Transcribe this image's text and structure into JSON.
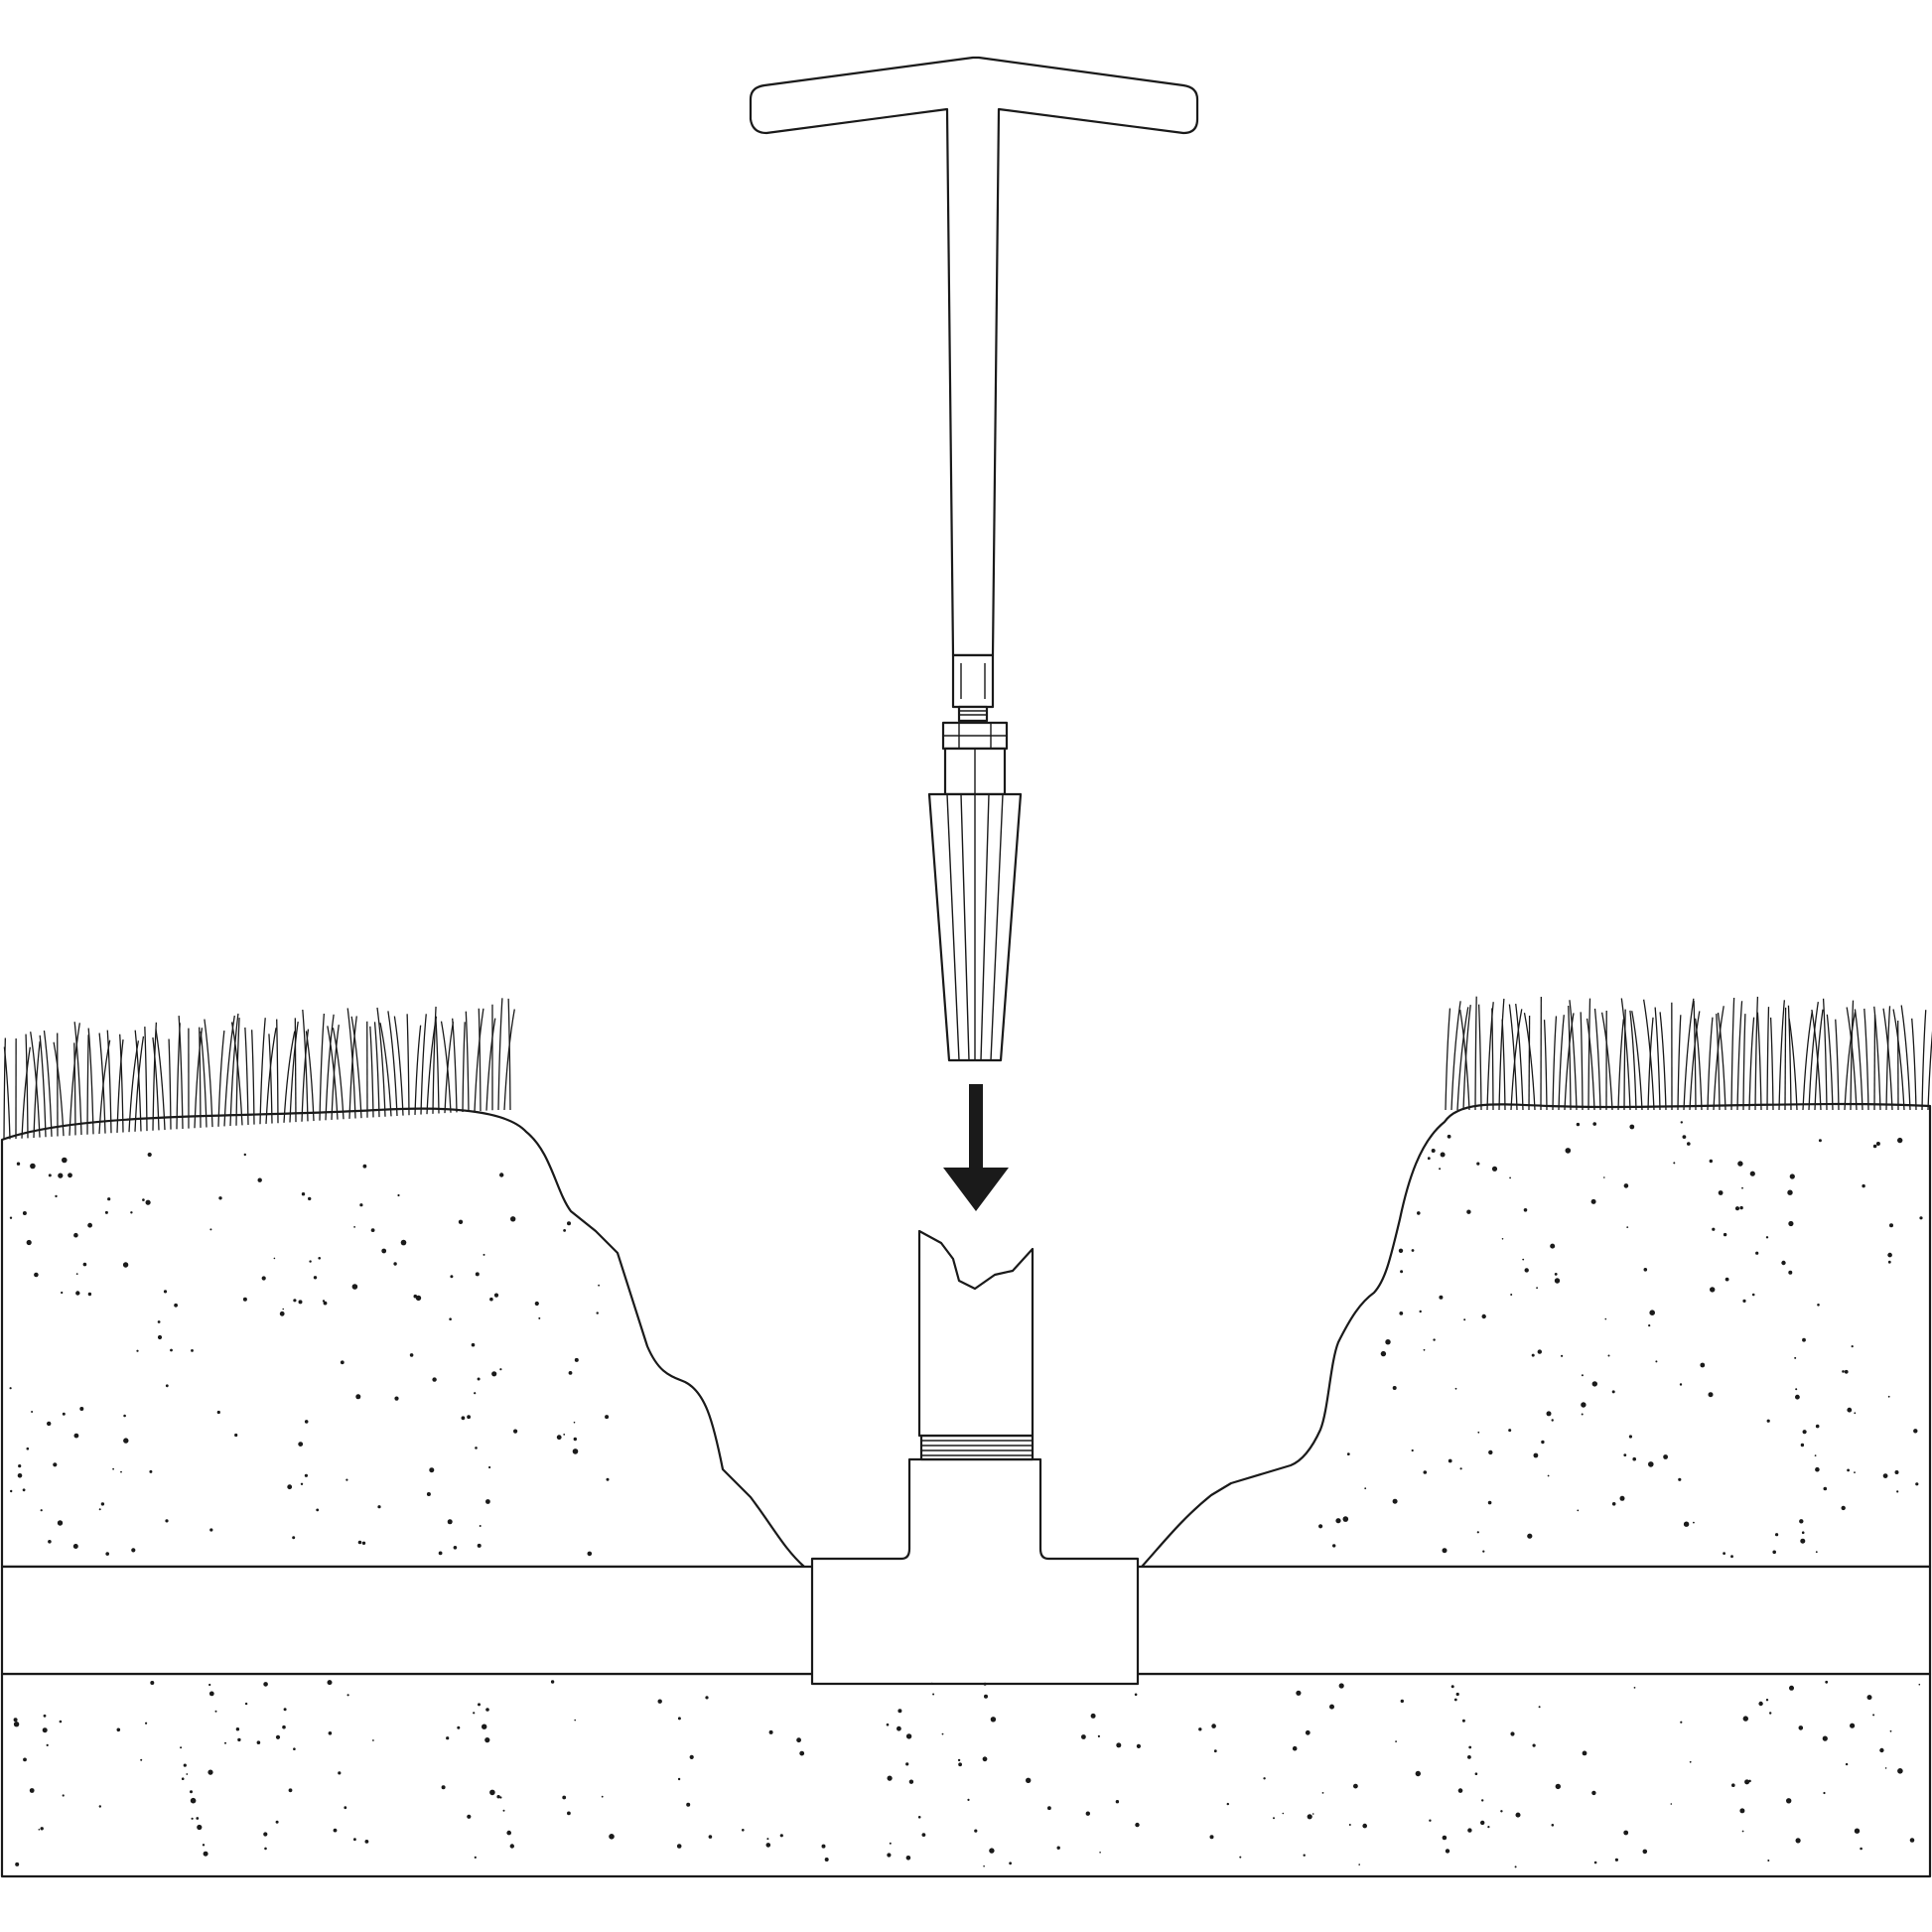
{
  "diagram": {
    "colors": {
      "soil": "#c0c0c0",
      "outline": "#1a1a1a",
      "background": "#ffffff",
      "pipe": "#ffffff"
    },
    "parts": [
      "t-handle-tool",
      "tapered-reamer",
      "broken-riser-stub",
      "tee-fitting",
      "buried-pipe",
      "soil-mound-left",
      "soil-mound-right",
      "grass-left",
      "grass-right",
      "down-arrow-icon"
    ]
  }
}
